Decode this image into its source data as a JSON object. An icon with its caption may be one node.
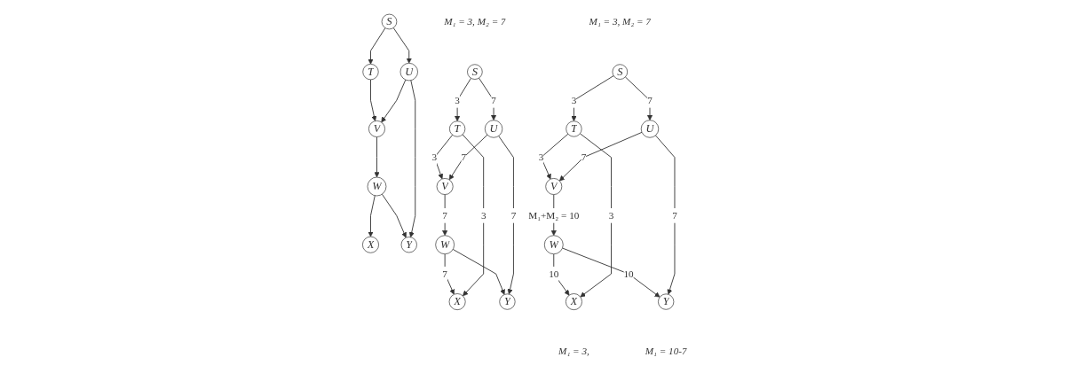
{
  "diagram": {
    "nodes": [
      {
        "text": [
          "S"
        ]
      },
      {
        "text": [
          "T"
        ]
      },
      {
        "text": [
          "U"
        ]
      },
      {
        "text": [
          "V"
        ]
      },
      {
        "text": [
          "W"
        ]
      },
      {
        "text": [
          "X"
        ]
      },
      {
        "text": [
          "Y"
        ]
      },
      {
        "text": [
          "S"
        ],
        "beside": [
          "M₁ = 3, M₂ = 7"
        ]
      },
      {
        "text": [
          "T"
        ]
      },
      {
        "text": [
          "U"
        ]
      },
      {
        "text": [
          "V"
        ]
      },
      {
        "text": [
          "W"
        ]
      },
      {
        "text": [
          "X"
        ]
      },
      {
        "text": [
          "Y"
        ]
      },
      {
        "text": [
          "S"
        ],
        "beside": [
          "M₁ = 3, M₂ = 7"
        ]
      },
      {
        "text": [
          "T"
        ]
      },
      {
        "text": [
          "U"
        ]
      },
      {
        "text": [
          "V"
        ]
      },
      {
        "text": [
          "W"
        ]
      },
      {
        "text": [
          "X"
        ],
        "beside": [
          "M₁ = 3,"
        ]
      },
      {
        "text": [
          "Y"
        ],
        "beside": [
          "M₁ = 10-7"
        ]
      }
    ],
    "edges": [
      {
        "from": 0,
        "to": 1,
        "arrow": "to"
      },
      {
        "from": 0,
        "to": 2,
        "arrow": "to"
      },
      {
        "from": 1,
        "to": 3,
        "arrow": "to"
      },
      {
        "from": 2,
        "to": 3,
        "arrow": "to"
      },
      {
        "from": 3,
        "to": 4,
        "arrow": "to"
      },
      {
        "from": 4,
        "to": 5,
        "arrow": "to"
      },
      {
        "from": 4,
        "to": 6,
        "arrow": "to"
      },
      {
        "from": 2,
        "to": 6,
        "arrow": "to"
      },
      {
        "from": 7,
        "to": 8,
        "arrow": "to",
        "label": "3"
      },
      {
        "from": 7,
        "to": 9,
        "arrow": "to",
        "label": "7"
      },
      {
        "from": 8,
        "to": 10,
        "arrow": "to",
        "label": "3"
      },
      {
        "from": 9,
        "to": 10,
        "arrow": "to",
        "label": "7"
      },
      {
        "from": 10,
        "to": 11,
        "arrow": "to",
        "label": "7"
      },
      {
        "from": 11,
        "to": 12,
        "arrow": "to",
        "label": "7"
      },
      {
        "from": 11,
        "to": 13,
        "arrow": "to"
      },
      {
        "from": 8,
        "to": 12,
        "arrow": "to",
        "label": "3"
      },
      {
        "from": 9,
        "to": 13,
        "arrow": "to",
        "label": "7"
      },
      {
        "from": 14,
        "to": 15,
        "arrow": "to",
        "label": "3"
      },
      {
        "from": 14,
        "to": 16,
        "arrow": "to",
        "label": "7"
      },
      {
        "from": 15,
        "to": 17,
        "arrow": "to",
        "label": "3"
      },
      {
        "from": 16,
        "to": 17,
        "arrow": "to",
        "label": "7"
      },
      {
        "from": 17,
        "to": 18,
        "arrow": "to",
        "label": "M₁+M₂ = 10"
      },
      {
        "from": 18,
        "to": 19,
        "arrow": "to",
        "label": "10"
      },
      {
        "from": 18,
        "to": 20,
        "arrow": "to",
        "label": "10"
      },
      {
        "from": 15,
        "to": 19,
        "arrow": "to",
        "label": "3"
      },
      {
        "from": 16,
        "to": 20,
        "arrow": "to",
        "label": "7"
      }
    ]
  }
}
